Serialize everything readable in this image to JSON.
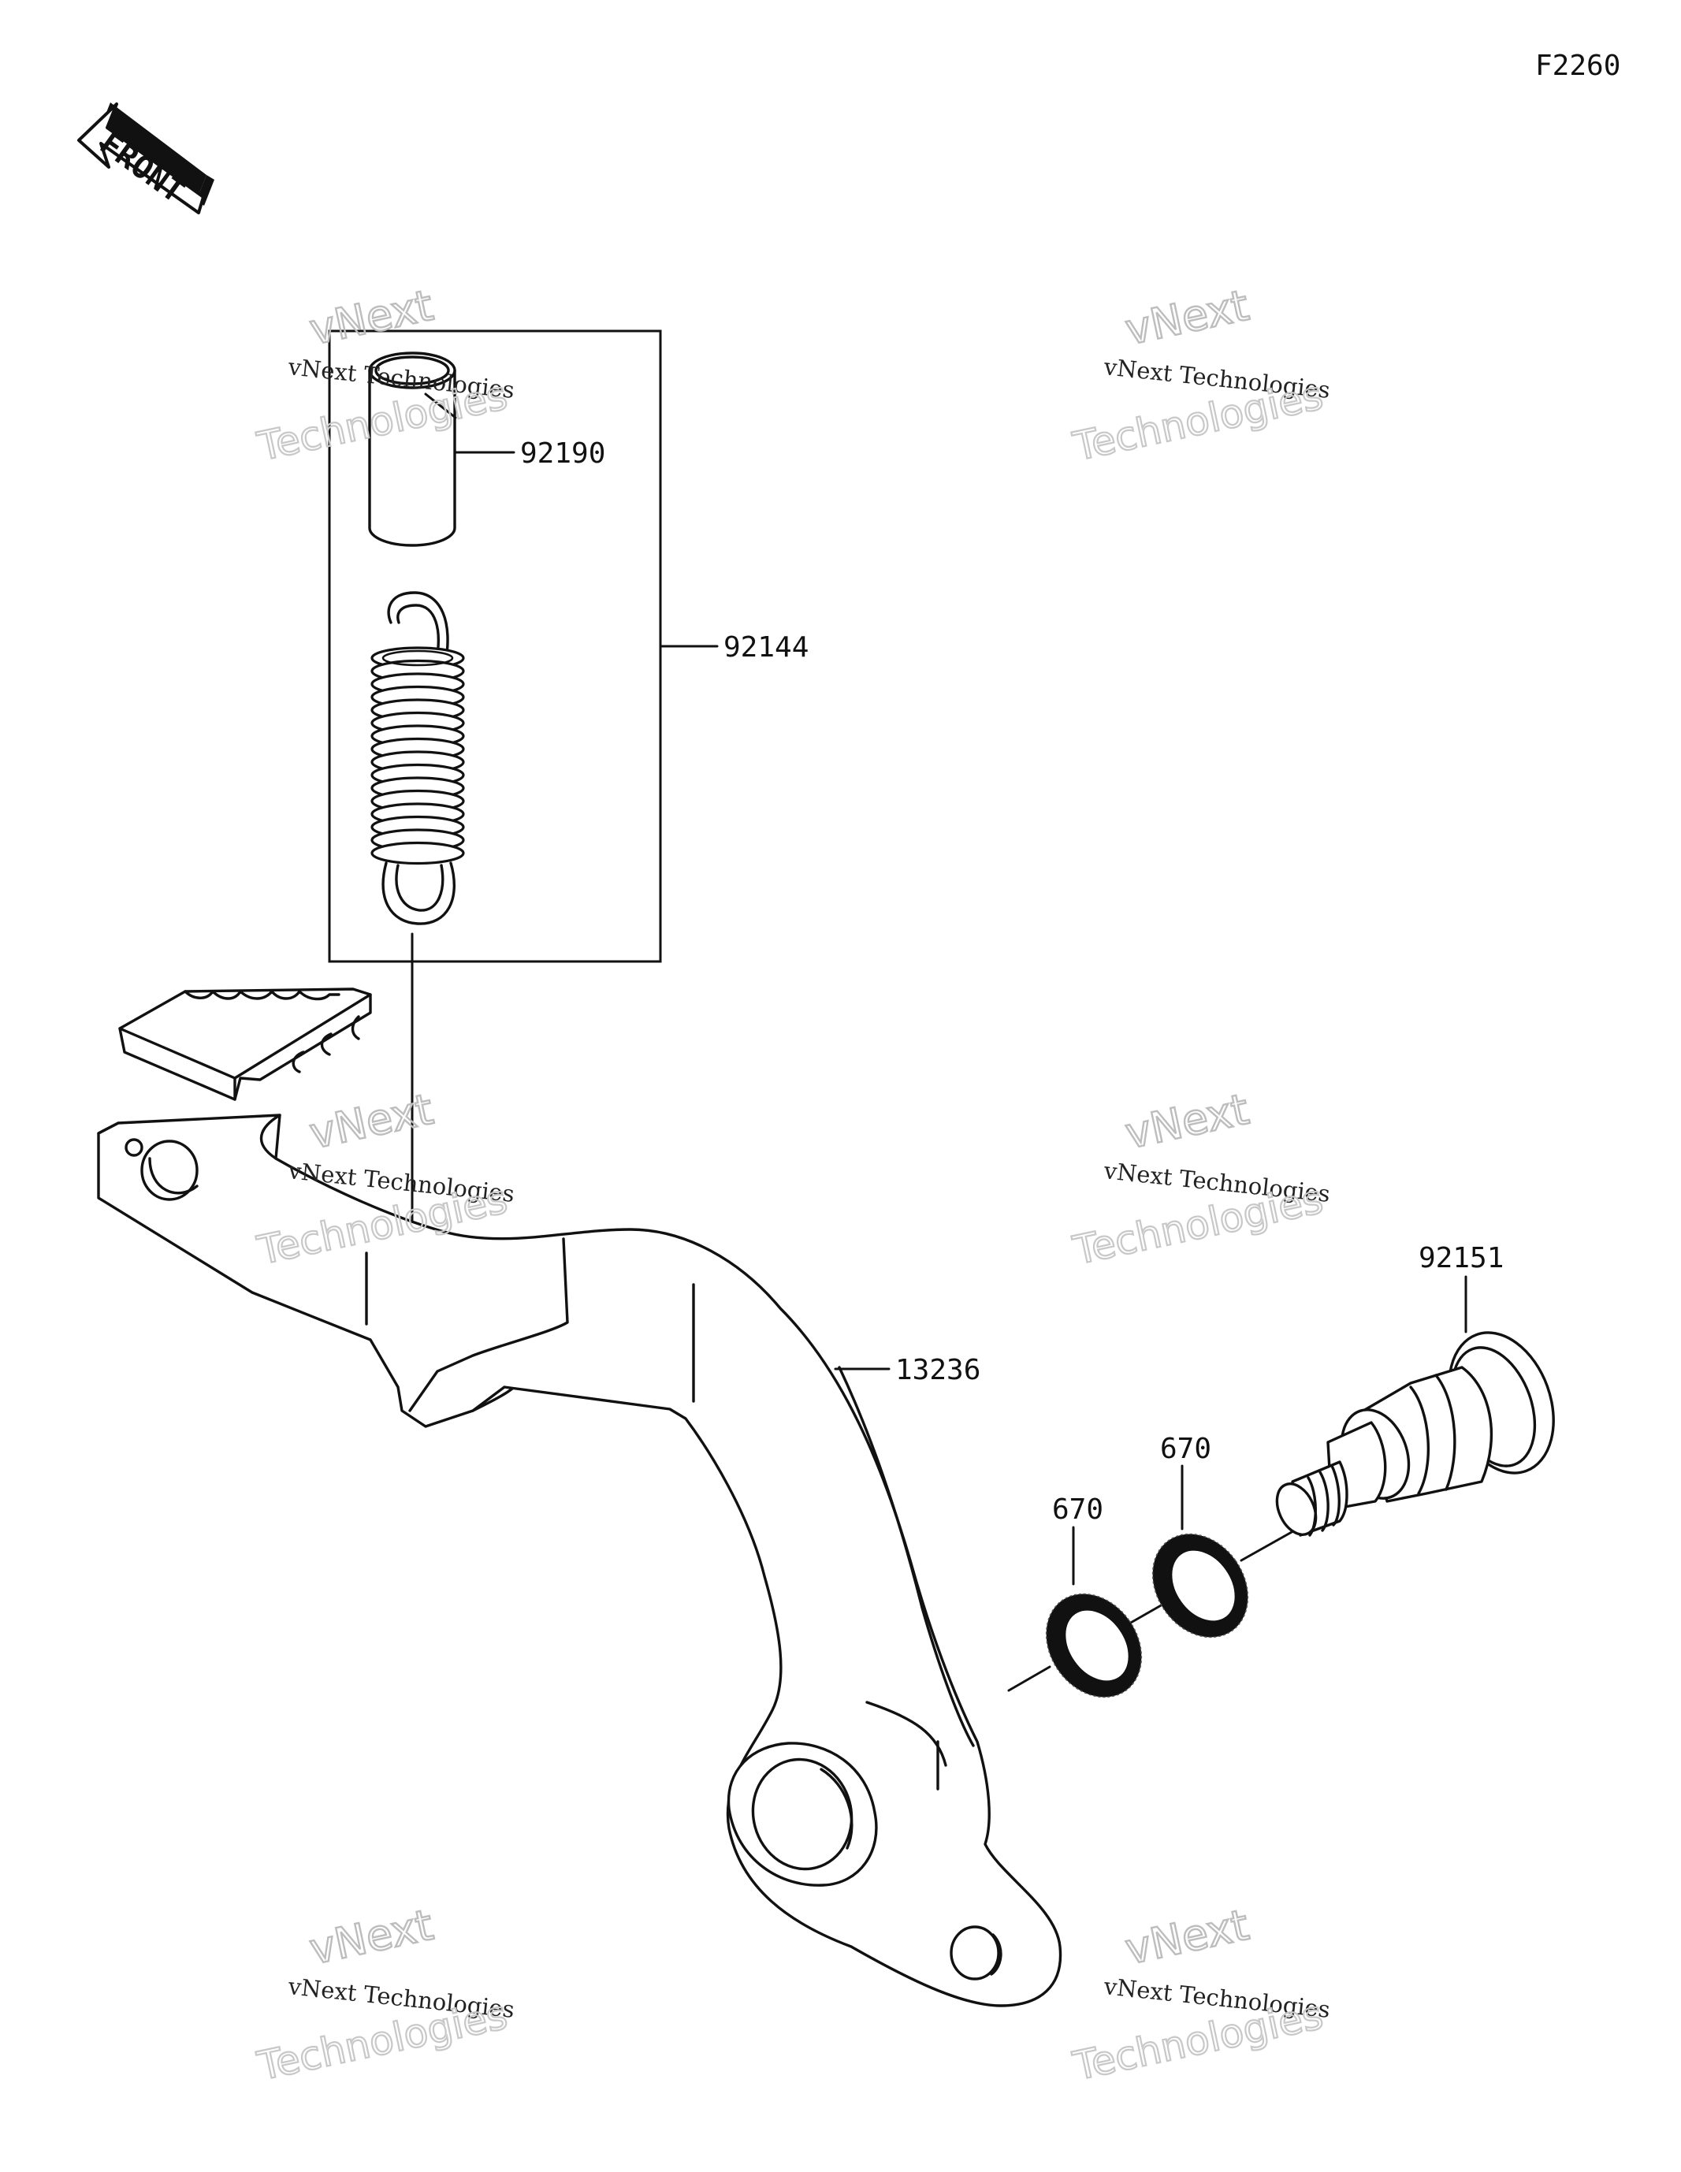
{
  "diagram_code": "F2260",
  "front_label": "FRONT",
  "parts": [
    {
      "number": "92190"
    },
    {
      "number": "92144"
    },
    {
      "number": "13236"
    },
    {
      "number": "92151"
    },
    {
      "number": "670"
    },
    {
      "number": "670"
    }
  ],
  "watermark": {
    "line1": "vNext Technologies",
    "line2": "vNext",
    "line3": "Technologies"
  }
}
